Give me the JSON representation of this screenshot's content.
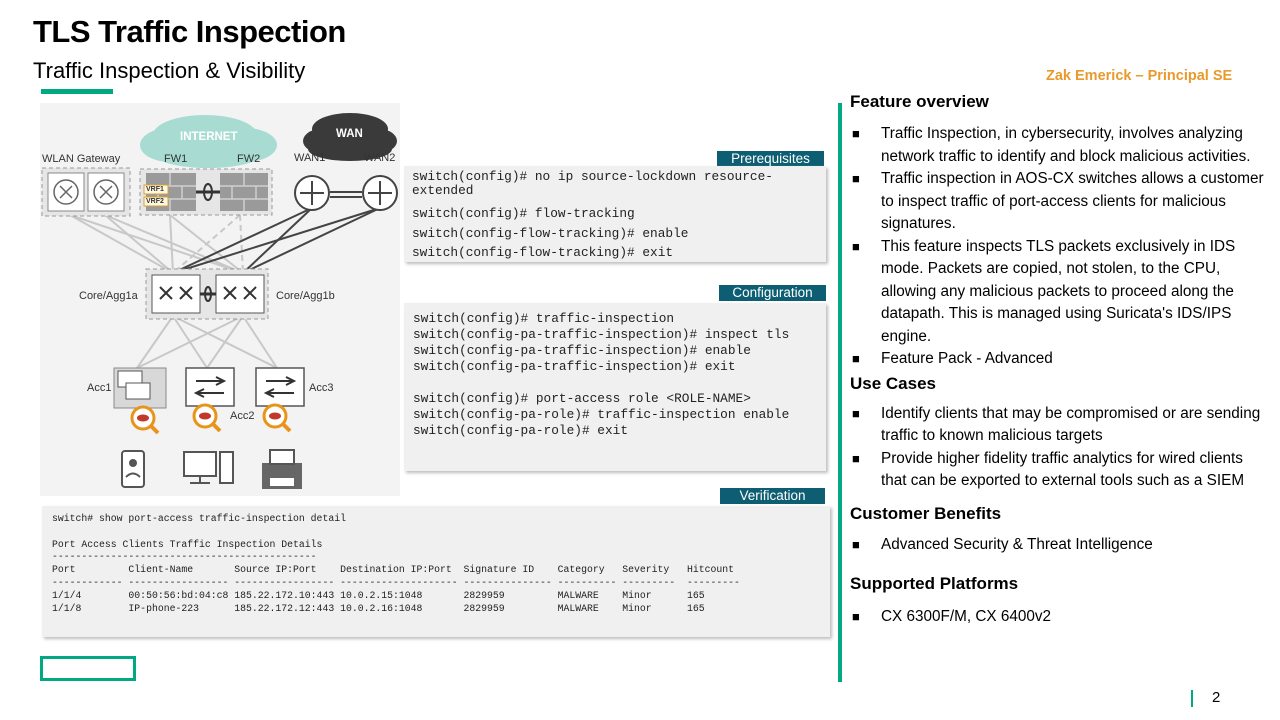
{
  "header": {
    "title": "TLS Traffic Inspection",
    "subtitle": "Traffic Inspection & Visibility",
    "presenter": "Zak Emerick – Principal SE"
  },
  "diagram": {
    "labels": {
      "wlan_gateway": "WLAN Gateway",
      "internet": "INTERNET",
      "fw1": "FW1",
      "fw2": "FW2",
      "vrf1": "VRF1",
      "vrf2": "VRF2",
      "wan": "WAN",
      "wan1": "WAN1",
      "wan2": "WAN2",
      "core_a": "Core/Agg1a",
      "core_b": "Core/Agg1b",
      "acc1": "Acc1",
      "acc2": "Acc2",
      "acc3": "Acc3"
    },
    "colors": {
      "internet_cloud": "#a8dcd3",
      "wan_cloud": "#3a3a3a",
      "lens": "#e8941a",
      "eye": "#c0392b"
    }
  },
  "prerequisites": {
    "tag": "Prerequisites",
    "lines": [
      "switch(config)# no ip source-lockdown resource-extended",
      "switch(config)# flow-tracking",
      "switch(config-flow-tracking)# enable",
      "switch(config-flow-tracking)# exit"
    ]
  },
  "configuration": {
    "tag": "Configuration",
    "lines": [
      "switch(config)# traffic-inspection",
      "switch(config-pa-traffic-inspection)# inspect tls",
      "switch(config-pa-traffic-inspection)# enable",
      "switch(config-pa-traffic-inspection)# exit",
      "",
      "switch(config)# port-access role <ROLE-NAME>",
      "switch(config-pa-role)# traffic-inspection enable",
      "switch(config-pa-role)# exit"
    ]
  },
  "verification": {
    "tag": "Verification",
    "lines": [
      "switch# show port-access traffic-inspection detail",
      "",
      "Port Access Clients Traffic Inspection Details",
      "---------------------------------------------",
      "Port         Client-Name       Source IP:Port    Destination IP:Port  Signature ID    Category   Severity   Hitcount",
      "------------ ----------------- ----------------- -------------------- --------------- ---------- ---------  ---------",
      "1/1/4        00:50:56:bd:04:c8 185.22.172.10:443 10.0.2.15:1048       2829959         MALWARE    Minor      165",
      "1/1/8        IP-phone-223      185.22.172.12:443 10.0.2.16:1048       2829959         MALWARE    Minor      165"
    ]
  },
  "right_panel": {
    "feature_overview": {
      "heading": "Feature overview",
      "items": [
        "Traffic Inspection, in cybersecurity, involves analyzing network traffic to identify and block malicious activities.",
        "Traffic inspection in AOS-CX switches allows a customer to inspect traffic of port-access clients for malicious signatures.",
        "This feature inspects TLS packets exclusively in IDS mode. Packets are copied, not stolen, to the CPU, allowing any malicious packets to proceed along the datapath. This is managed using Suricata's IDS/IPS engine.",
        "Feature Pack - Advanced"
      ]
    },
    "use_cases": {
      "heading": "Use Cases",
      "items": [
        "Identify clients that may be compromised or are sending traffic to known malicious targets",
        "Provide higher fidelity traffic analytics for wired clients that can be exported to external tools such as a SIEM"
      ]
    },
    "customer_benefits": {
      "heading": "Customer Benefits",
      "items": [
        "Advanced Security & Threat Intelligence"
      ]
    },
    "supported_platforms": {
      "heading": "Supported Platforms",
      "items": [
        "CX 6300F/M, CX 6400v2"
      ]
    },
    "bullet": "■"
  },
  "footer": {
    "page_number": "2"
  }
}
